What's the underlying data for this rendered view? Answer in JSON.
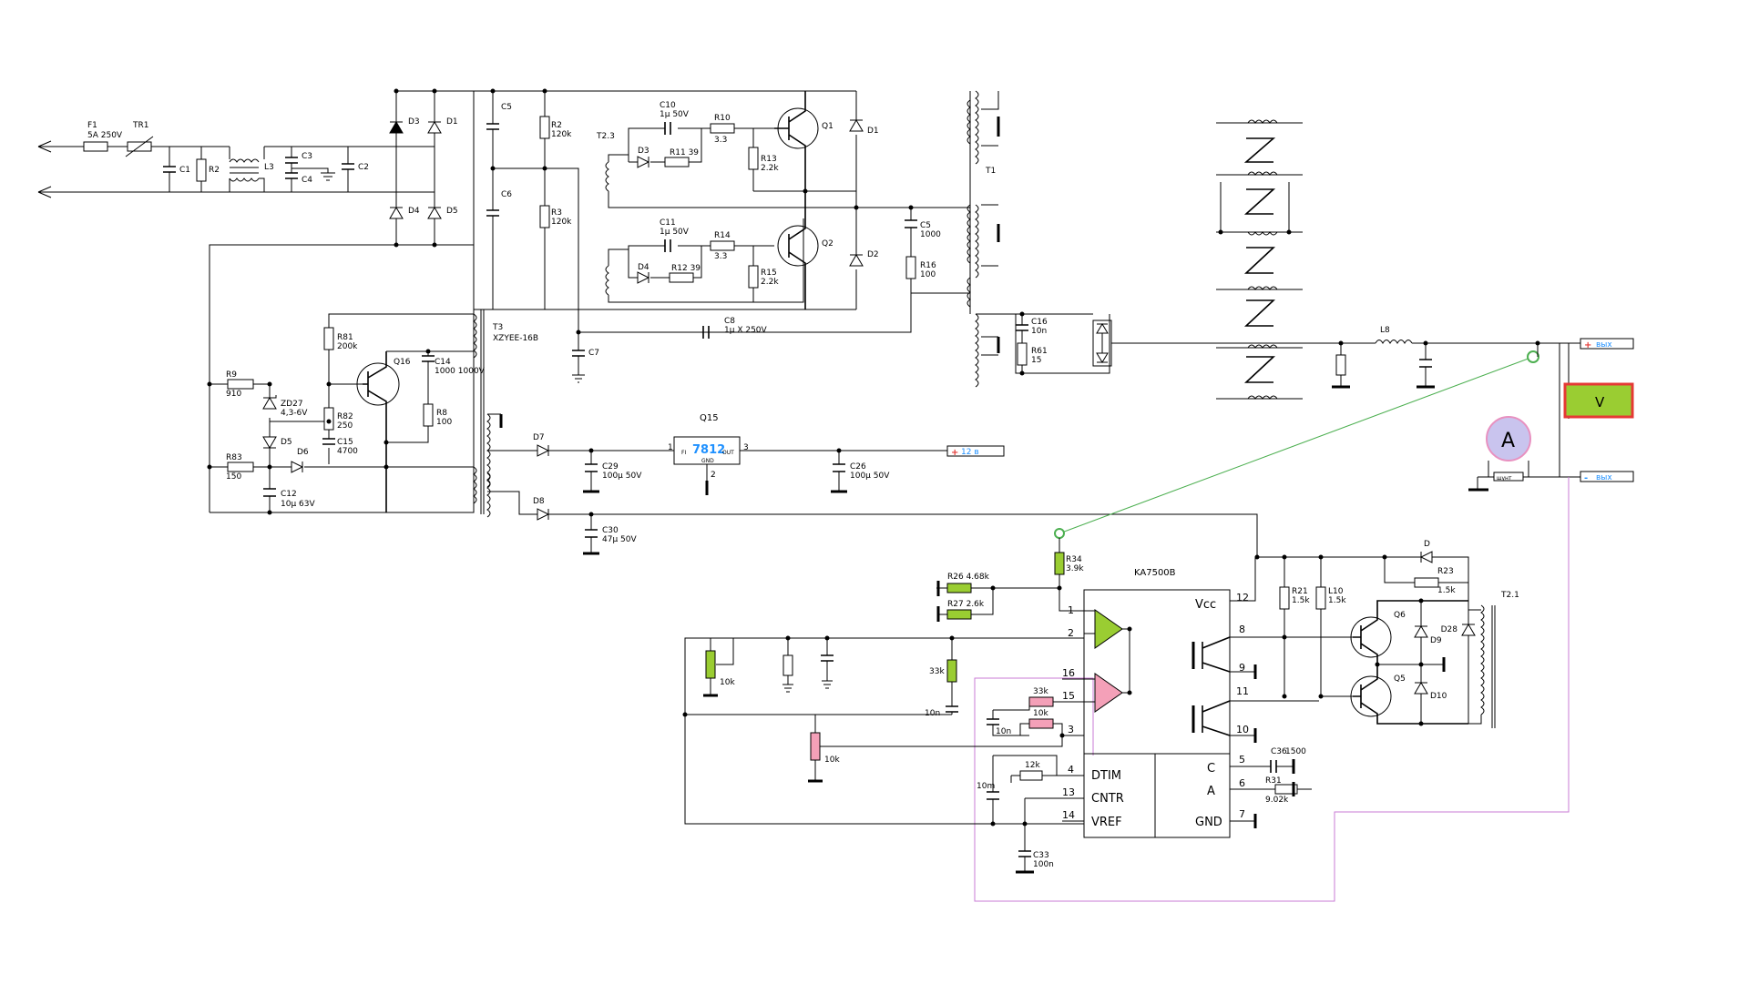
{
  "input": {
    "f1": "F1",
    "f1_rating": "5A 250V",
    "tr1": "TR1",
    "c1": "C1",
    "r2": "R2",
    "l3": "L3",
    "c3": "C3",
    "c4": "C4",
    "c2": "C2"
  },
  "bridge": {
    "d3": "D3",
    "d1": "D1",
    "d4": "D4",
    "d5": "D5"
  },
  "halfbridge": {
    "c5": "C5",
    "c6": "C6",
    "r2": "R2",
    "r2v": "120k",
    "r3": "R3",
    "r3v": "120k",
    "t23": "T2.3",
    "c10": "C10",
    "c10v": "1µ 50V",
    "r10": "R10",
    "r10v": "3.3",
    "d3": "D3",
    "r11": "R11 39",
    "r13": "R13",
    "r13v": "2.2k",
    "q1": "Q1",
    "d1": "D1",
    "c11": "C11",
    "c11v": "1µ 50V",
    "r14": "R14",
    "r14v": "3.3",
    "d4": "D4",
    "r12": "R12 39",
    "r15": "R15",
    "r15v": "2.2k",
    "q2": "Q2",
    "d2": "D2",
    "c5b": "C5",
    "c5bv": "1000",
    "r16": "R16",
    "r16v": "100",
    "t1": "T1",
    "c8": "C8",
    "c8v": "1µ X 250V",
    "c7": "C7"
  },
  "standby": {
    "t3": "T3",
    "t3v": "XZYEE-16B",
    "r81": "R81",
    "r81v": "200k",
    "q16": "Q16",
    "c14": "C14",
    "c14v": "1000 1000V",
    "r9": "R9",
    "r9v": "910",
    "zd27": "ZD27",
    "zd27v": "4,3-6V",
    "r82": "R82",
    "r82v": "250",
    "r8": "R8",
    "r8v": "100",
    "d5": "D5",
    "c15": "C15",
    "c15v": "4700",
    "r83": "R83",
    "r83v": "150",
    "d6": "D6",
    "c12": "C12",
    "c12v": "10µ 63V",
    "d7": "D7",
    "c29": "C29",
    "c29v": "100µ 50V",
    "q15": "Q15",
    "reg": "7812",
    "reg_in": "FI",
    "reg_out": "OUT",
    "reg_gnd": "GND",
    "pin1": "1",
    "pin3": "3",
    "pin2": "2",
    "c26": "C26",
    "c26v": "100µ 50V",
    "out12_plus": "+",
    "out12": "12 в",
    "d8": "D8",
    "c30": "C30",
    "c30v": "47µ 50V"
  },
  "output": {
    "c16": "C16",
    "c16v": "10n",
    "r61": "R61",
    "r61v": "15",
    "l8": "L8",
    "plus": "+",
    "plus_label": "вых",
    "minus": "-",
    "minus_label": "вых",
    "voltmeter": "V",
    "ammeter": "A",
    "shunt": "шунт"
  },
  "controller": {
    "r34": "R34",
    "r34v": "3.9k",
    "ic": "KA7500B",
    "r26": "R26 4.68k",
    "r27": "R27 2.6k",
    "pot1": "10k",
    "r33k": "33k",
    "c10n": "10n",
    "c10n2": "10n",
    "r33k2": "33k",
    "r10k": "10k",
    "pot2": "10k",
    "cap10m": "10m",
    "r12k": "12k",
    "c33": "C33",
    "c33v": "100n",
    "vcc": "Vcc",
    "dtim": "DTIM",
    "cntr": "CNTR",
    "vref": "VREF",
    "c_lbl": "C",
    "a_lbl": "A",
    "gnd": "GND",
    "p1": "1",
    "p2": "2",
    "p16": "16",
    "p15": "15",
    "p3": "3",
    "p4": "4",
    "p13": "13",
    "p14": "14",
    "p12": "12",
    "p8": "8",
    "p9": "9",
    "p11": "11",
    "p10": "10",
    "p5": "5",
    "p6": "6",
    "p7": "7",
    "c36": "C36",
    "c36v": "1500",
    "r31": "R31",
    "r31v": "9.02k"
  },
  "driver": {
    "d": "D",
    "r23": "R23",
    "r23v": "1.5k",
    "t21": "T2.1",
    "r21": "R21",
    "r21v": "1.5k",
    "l10": "L10",
    "l10v": "1.5k",
    "q6": "Q6",
    "q5": "Q5",
    "d9": "D9",
    "d10": "D10",
    "d28": "D28"
  },
  "colors": {
    "green_probe": "#4caf50",
    "violet_wire": "#c97bd6",
    "voltmeter_fill": "#9acd32",
    "voltmeter_border": "#e53935",
    "ammeter_fill": "#c9c4ee",
    "ammeter_border": "#e891c0",
    "label_blue": "#1e90ff"
  }
}
